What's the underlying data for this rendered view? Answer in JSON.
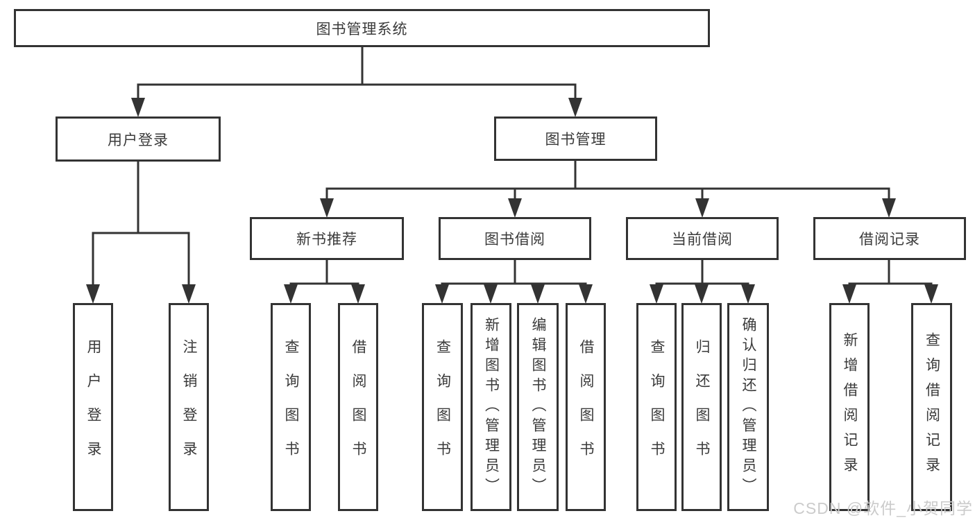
{
  "tree": {
    "label": "图书管理系统",
    "children": [
      {
        "label": "用户登录",
        "children": [
          {
            "label": "用户登录"
          },
          {
            "label": "注销登录"
          }
        ]
      },
      {
        "label": "图书管理",
        "children": [
          {
            "label": "新书推荐",
            "children": [
              {
                "label": "查询图书"
              },
              {
                "label": "借阅图书"
              }
            ]
          },
          {
            "label": "图书借阅",
            "children": [
              {
                "label": "查询图书"
              },
              {
                "label": "新增图书（管理员）"
              },
              {
                "label": "编辑图书（管理员）"
              },
              {
                "label": "借阅图书"
              }
            ]
          },
          {
            "label": "当前借阅",
            "children": [
              {
                "label": "查询图书"
              },
              {
                "label": "归还图书"
              },
              {
                "label": "确认归还（管理员）"
              }
            ]
          },
          {
            "label": "借阅记录",
            "children": [
              {
                "label": "新增借阅记录"
              },
              {
                "label": "查询借阅记录"
              }
            ]
          }
        ]
      }
    ]
  },
  "watermark": "CSDN @软件_小贺同学",
  "colors": {
    "line": "#333333",
    "text": "#3a3a3a",
    "box_background": "#ffffff",
    "watermark": "#cbcbcb"
  }
}
